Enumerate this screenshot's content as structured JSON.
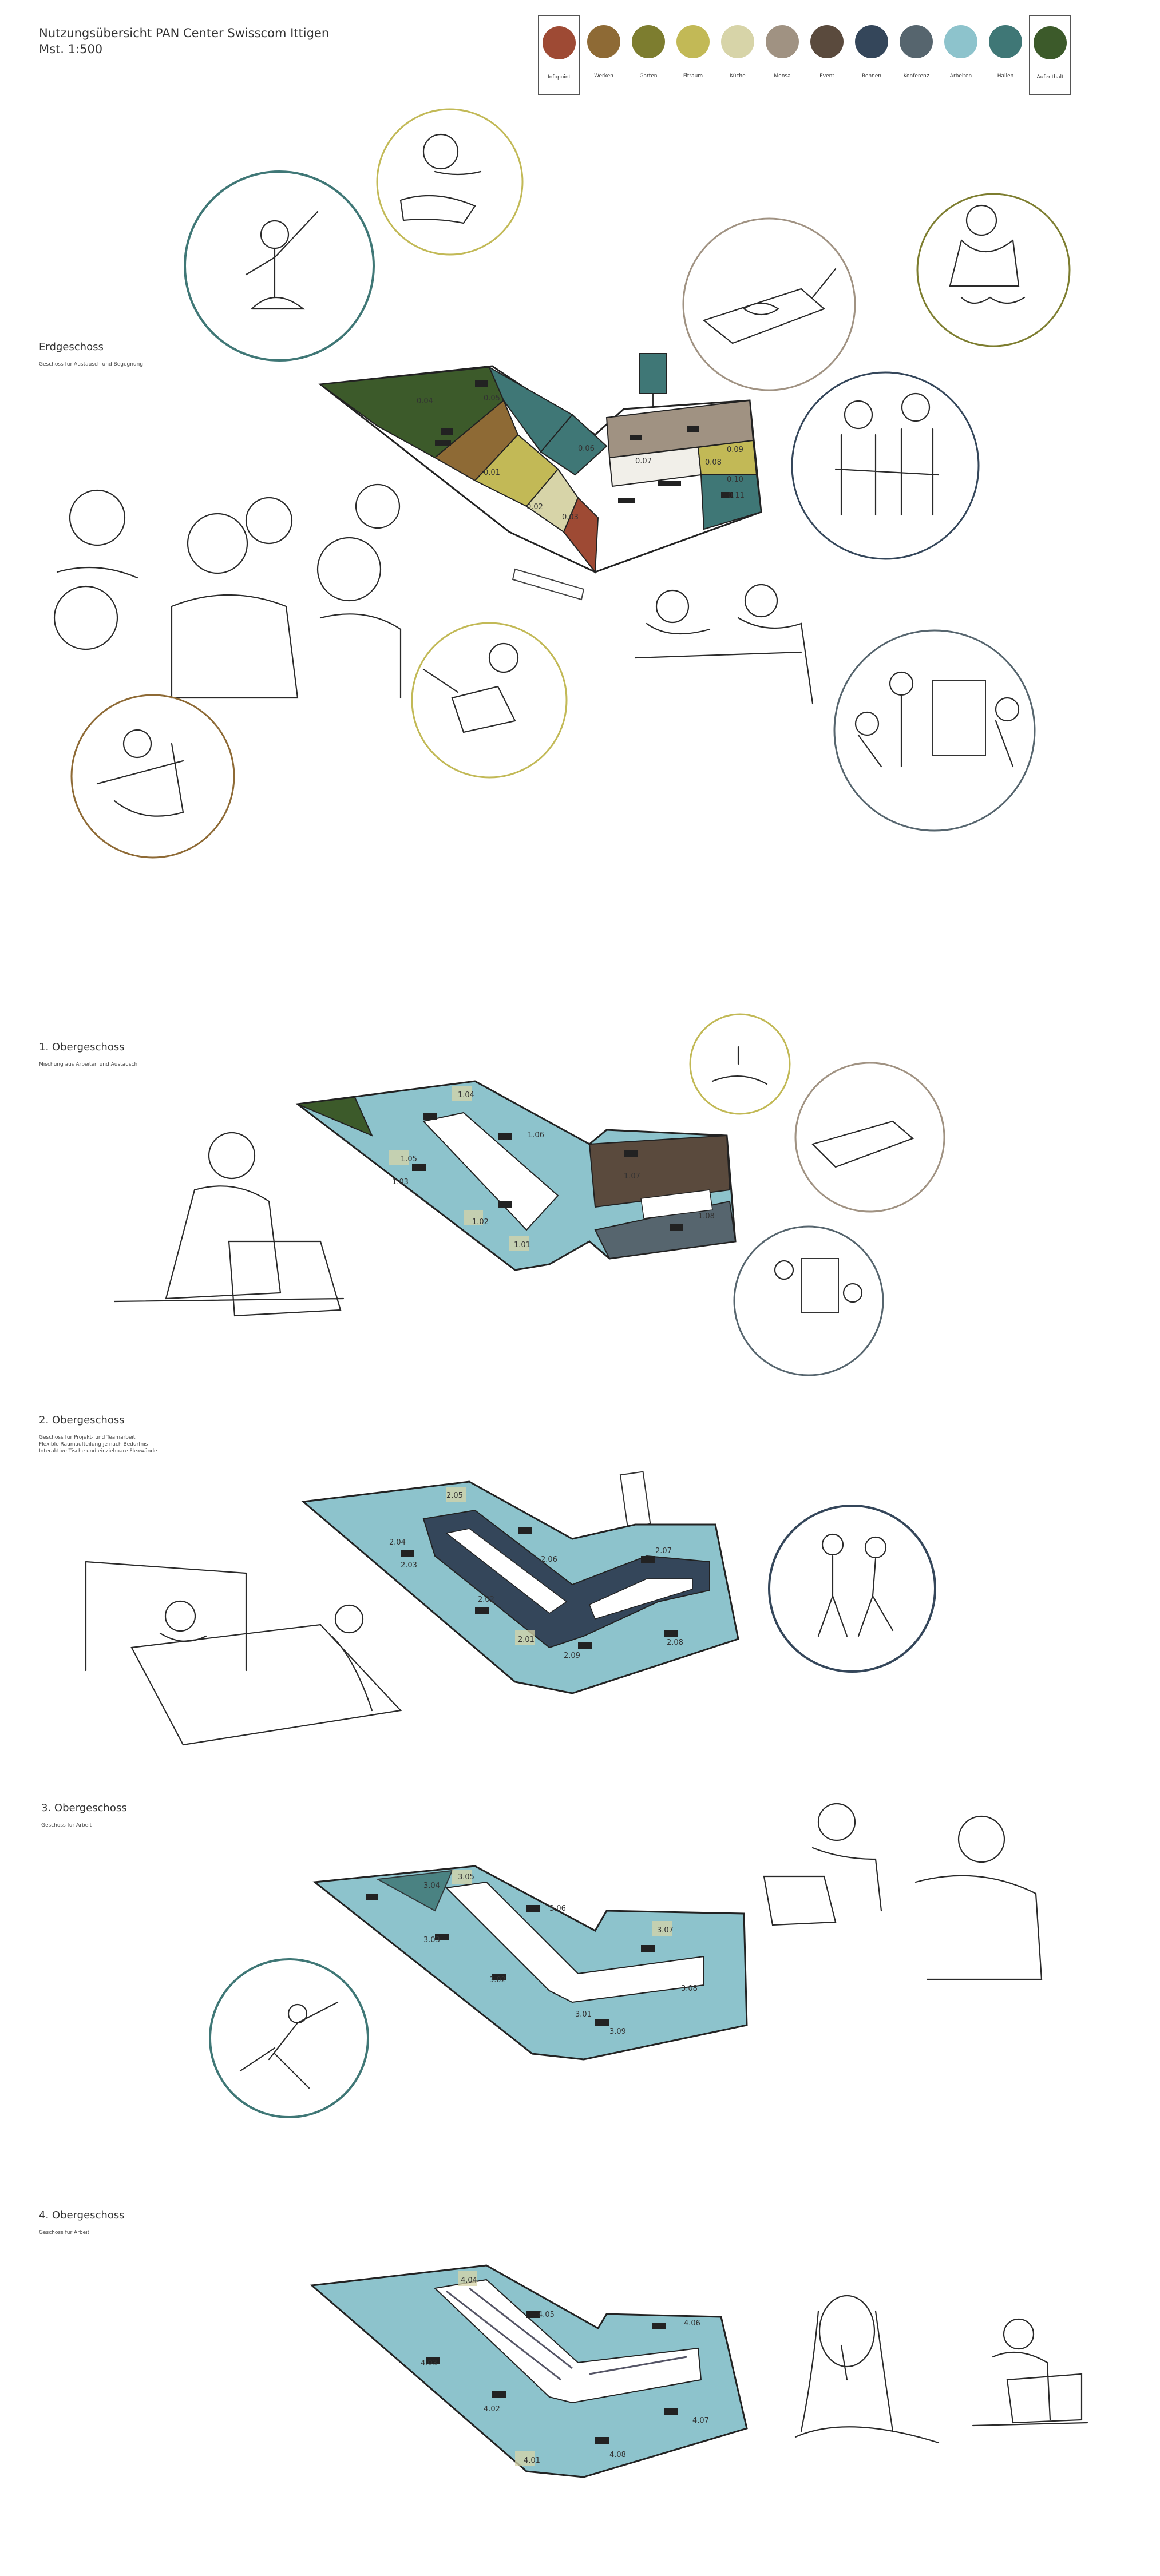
{
  "header": {
    "title": "Nutzungsübersicht PAN Center Swisscom Ittigen",
    "scale": "Mst. 1:500"
  },
  "legend": [
    {
      "label": "Infopoint",
      "color": "#9e4a34",
      "boxed": true
    },
    {
      "label": "Werken",
      "color": "#8e6a35",
      "boxed": false
    },
    {
      "label": "Garten",
      "color": "#7d7d2f",
      "boxed": false
    },
    {
      "label": "Fitraum",
      "color": "#c2b956",
      "boxed": false
    },
    {
      "label": "Küche",
      "color": "#d7d4a8",
      "boxed": false
    },
    {
      "label": "Mensa",
      "color": "#a09282",
      "boxed": false
    },
    {
      "label": "Event",
      "color": "#5a4a3d",
      "boxed": false
    },
    {
      "label": "Rennen",
      "color": "#34465a",
      "boxed": false
    },
    {
      "label": "Konferenz",
      "color": "#56656e",
      "boxed": false
    },
    {
      "label": "Arbeiten",
      "color": "#8dc3cc",
      "boxed": false
    },
    {
      "label": "Hallen",
      "color": "#3f7776",
      "boxed": false
    },
    {
      "label": "Aufenthalt",
      "color": "#3c5a2a",
      "boxed": true
    }
  ],
  "floors": [
    {
      "title": "Erdgeschoss",
      "subtitle": "Geschoss für Austausch und Begegnung",
      "rooms": [
        "0.04",
        "0.05",
        "0.06",
        "0.07",
        "0.01",
        "0.02",
        "0.03",
        "0.08",
        "0.09",
        "0.10",
        "0.11"
      ]
    },
    {
      "title": "1. Obergeschoss",
      "subtitle": "Mischung aus Arbeiten und Austausch",
      "rooms": [
        "1.04",
        "1.05",
        "1.06",
        "1.03",
        "1.02",
        "1.01",
        "1.07",
        "1.08"
      ]
    },
    {
      "title": "2. Obergeschoss",
      "subtitle": "Geschoss für Projekt- und Teamarbeit\nFlexible Raumaufteilung je nach Bedürfnis\nInteraktive Tische und einziehbare Flexwände",
      "rooms": [
        "2.05",
        "2.04",
        "2.03",
        "2.06",
        "2.07",
        "2.02",
        "2.01",
        "2.08",
        "2.09"
      ]
    },
    {
      "title": "3. Obergeschoss",
      "subtitle": "Geschoss für Arbeit",
      "rooms": [
        "3.04",
        "3.05",
        "3.06",
        "3.03",
        "3.02",
        "3.01",
        "3.07",
        "3.08",
        "3.09"
      ]
    },
    {
      "title": "4. Obergeschoss",
      "subtitle": "Geschoss für Arbeit",
      "rooms": [
        "4.04",
        "4.05",
        "4.06",
        "4.03",
        "4.02",
        "4.01",
        "4.07",
        "4.08"
      ]
    }
  ]
}
